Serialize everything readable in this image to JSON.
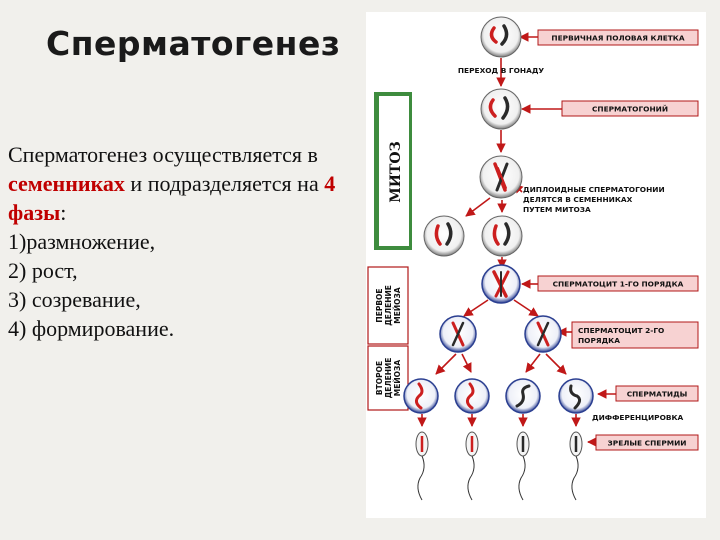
{
  "slide": {
    "title": "Сперматогенез",
    "intro_1": "Сперматогенез осуществляется в ",
    "intro_highlight_1": "семенниках",
    "intro_2": " и подразделяется на ",
    "intro_highlight_2": "4 фазы",
    "intro_3": ":",
    "phases": [
      "1)размножение,",
      "2) рост,",
      "3) созревание,",
      "4) формирование."
    ]
  },
  "diagram": {
    "side_labels": {
      "mitosis": "МИТОЗ",
      "meiosis_1": "ПЕРВОЕ ДЕЛЕНИЕ МЕЙОЗА",
      "meiosis_2": "ВТОРОЕ ДЕЛЕНИЕ МЕЙОЗА"
    },
    "stage_labels": {
      "primary_cell": "ПЕРВИЧНАЯ ПОЛОВАЯ КЛЕТКА",
      "to_gonad": "ПЕРЕХОД В ГОНАДУ",
      "spermatogonium": "СПЕРМАТОГОНИЙ",
      "diploid_1": "ДИПЛОИДНЫЕ СПЕРМАТОГОНИИ",
      "diploid_2": "ДЕЛЯТСЯ В СЕМЕННИКАХ",
      "diploid_3": "ПУТЕМ МИТОЗА",
      "spermatocyte_1": "СПЕРМАТОЦИТ 1-ГО ПОРЯДКА",
      "spermatocyte_2a": "СПЕРМАТОЦИТ 2-ГО",
      "spermatocyte_2b": "ПОРЯДКА",
      "spermatids": "СПЕРМАТИДЫ",
      "differentiation": "ДИФФЕРЕНЦИРОВКА",
      "mature": "ЗРЕЛЫЕ СПЕРМИИ"
    },
    "colors": {
      "label_fill": "#f7d2d2",
      "label_border": "#b01818",
      "arrow": "#c01818",
      "chromosome_red": "#cc1f1f",
      "chromosome_dark": "#2a2a2a",
      "membrane_blue": "#2b3f91",
      "mitosis_band": "#3e8c3e"
    }
  }
}
